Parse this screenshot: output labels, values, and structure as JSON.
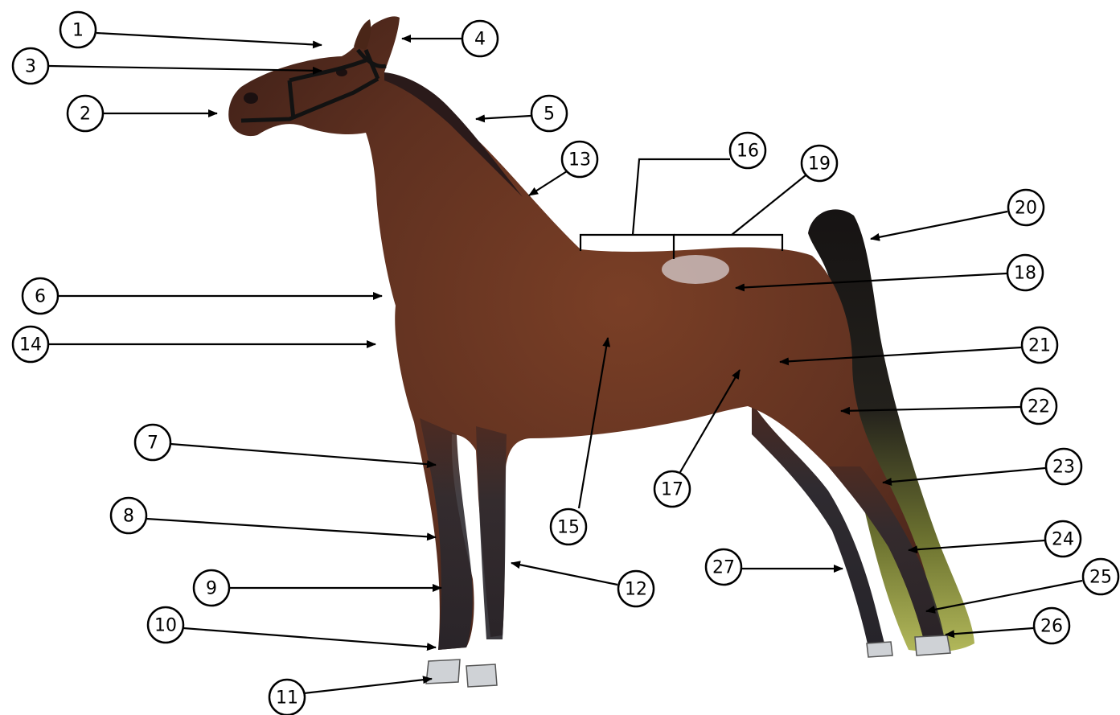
{
  "diagram": {
    "subject": "horse-side-view",
    "colors": {
      "coat": "#6b3520",
      "coat_dark": "#3e2018",
      "leg_dark": "#2c2a2e",
      "mane_tail": "#1a1717",
      "tail_sunlit": "#9aa04a",
      "hoof": "#cfd2d6",
      "ink": "#000000"
    },
    "callouts": [
      {
        "label": "1"
      },
      {
        "label": "2"
      },
      {
        "label": "3"
      },
      {
        "label": "4"
      },
      {
        "label": "5"
      },
      {
        "label": "6"
      },
      {
        "label": "7"
      },
      {
        "label": "8"
      },
      {
        "label": "9"
      },
      {
        "label": "10"
      },
      {
        "label": "11"
      },
      {
        "label": "12"
      },
      {
        "label": "13"
      },
      {
        "label": "14"
      },
      {
        "label": "15"
      },
      {
        "label": "16"
      },
      {
        "label": "17"
      },
      {
        "label": "18"
      },
      {
        "label": "19"
      },
      {
        "label": "20"
      },
      {
        "label": "21"
      },
      {
        "label": "22"
      },
      {
        "label": "23"
      },
      {
        "label": "24"
      },
      {
        "label": "25"
      },
      {
        "label": "26"
      },
      {
        "label": "27"
      }
    ]
  }
}
